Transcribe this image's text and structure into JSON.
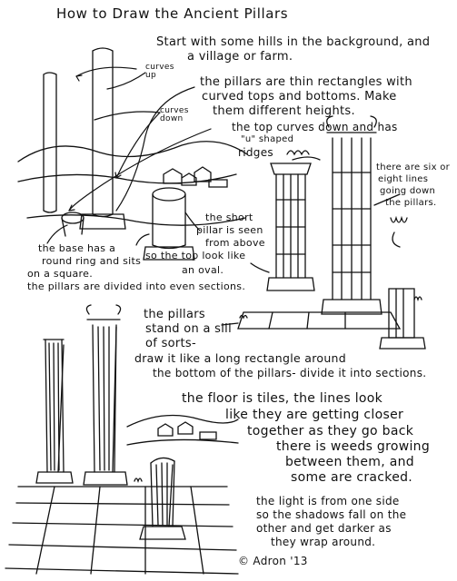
{
  "title": "How to Draw the Ancient Pillars",
  "instructions": {
    "hills": [
      "Start with some hills in the background, and",
      "a village or farm."
    ],
    "pillars": [
      "the pillars are thin rectangles with",
      "curved tops and bottoms. Make",
      "them different heights."
    ],
    "top_curves": [
      "the top curves down and has",
      "\"u\" shaped",
      "ridges"
    ],
    "lines": [
      "there are six or",
      "eight lines",
      "going down",
      "the pillars."
    ],
    "short_pillar": [
      "the short",
      "pillar is seen",
      "from above",
      "so the top look like",
      "an oval."
    ],
    "base": [
      "the base has a",
      "round ring and sits",
      "on a square."
    ],
    "sections": "the pillars are divided into even sections.",
    "sill": [
      "the pillars",
      "stand on a sill",
      "of sorts-",
      "draw it like a long rectangle around",
      "the bottom of the pillars- divide it into sections."
    ],
    "floor": [
      "the floor is tiles, the lines look",
      "like they are getting closer",
      "together as they go back",
      "there is weeds growing",
      "between them, and",
      "some are cracked."
    ],
    "light": [
      "the light is from one side",
      "so the shadows fall on the",
      "other and get darker as",
      "they wrap around."
    ]
  },
  "labels": {
    "curves_up": "curves up",
    "curves_down": "curves down"
  },
  "copyright": "© Adron '13"
}
